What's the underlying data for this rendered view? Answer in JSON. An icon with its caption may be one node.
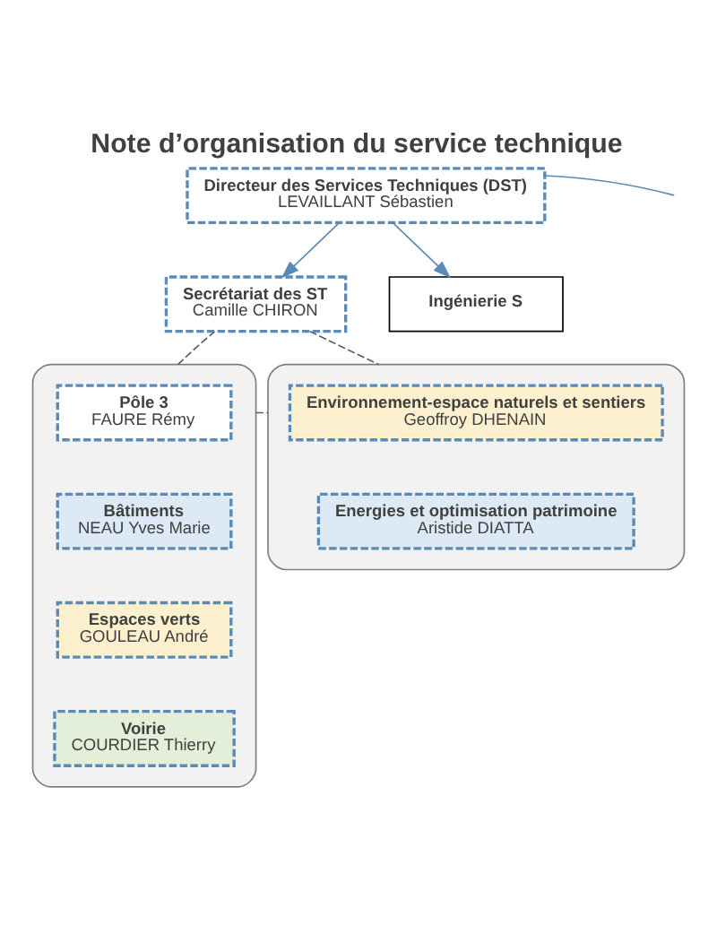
{
  "diagram": {
    "title": "Note d’organisation du service technique",
    "nodes": [
      {
        "text": [
          "Directeur des Services Techniques (DST)",
          "LEVAILLANT Sébastien"
        ]
      },
      {
        "text": [],
        "shape": "box"
      },
      {
        "text": [
          "Pôle 3",
          "FAURE Rémy"
        ],
        "in": 1
      },
      {
        "text": [
          "Bâtiments",
          "NEAU Yves Marie"
        ],
        "in": 1
      },
      {
        "text": [
          "Espaces verts",
          "GOULEAU André"
        ],
        "in": 1
      },
      {
        "text": [
          "Voirie",
          "COURDIER Thierry"
        ],
        "in": 1
      },
      {
        "text": [
          "Secrétariat des ST",
          "Camille CHIRON"
        ]
      },
      {
        "text": [
          "Ingénierie S"
        ]
      },
      {
        "text": [],
        "shape": "box"
      },
      {
        "text": [
          "Environnement-espace naturels et sentiers",
          "Geoffroy DHENAIN"
        ],
        "in": 8
      },
      {
        "text": [
          "Energies et optimisation patrimoine",
          "Aristide DIATTA"
        ],
        "in": 8
      }
    ],
    "edges": [
      {
        "from": 0,
        "to": null,
        "arrow": "none"
      },
      {
        "from": 0,
        "to": 6,
        "arrow": "to"
      },
      {
        "from": 0,
        "to": 7,
        "arrow": "to"
      },
      {
        "from": 1,
        "to": 6,
        "arrow": "none",
        "style": "dashed",
        "color": "#606060"
      },
      {
        "from": 6,
        "to": 8,
        "arrow": "none",
        "style": "dashed",
        "color": "#606060"
      },
      {
        "from": 1,
        "to": 8,
        "arrow": "none",
        "style": "dashed",
        "color": "#606060"
      }
    ]
  }
}
